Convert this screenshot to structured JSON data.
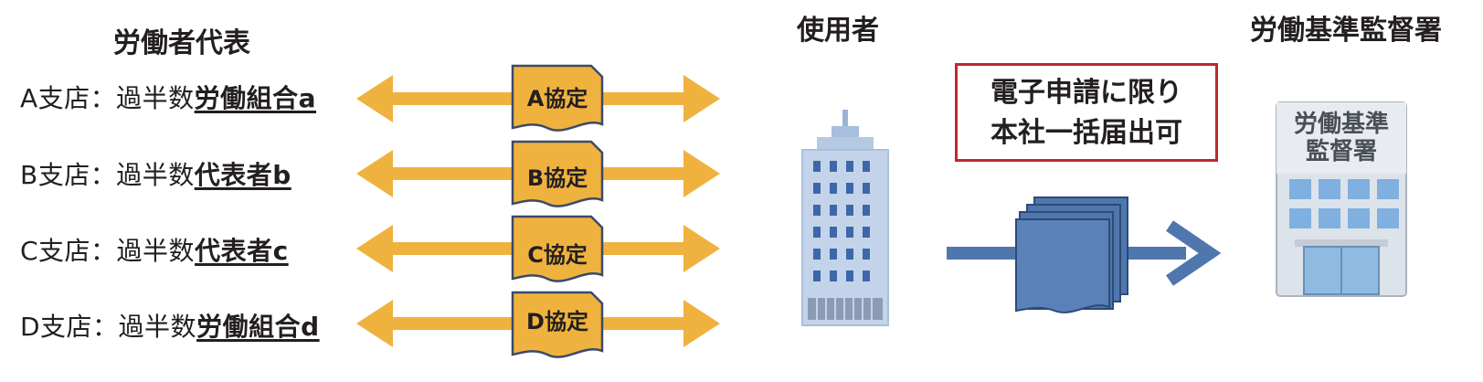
{
  "headings": {
    "left": "労働者代表",
    "center": "使用者",
    "right": "労働基準監督署"
  },
  "branches": [
    {
      "prefix": "A支店：過半数",
      "rep": "労働組合a",
      "agreement": "A協定"
    },
    {
      "prefix": "B支店：過半数",
      "rep": "代表者b",
      "agreement": "B協定"
    },
    {
      "prefix": "C支店：過半数",
      "rep": "代表者c",
      "agreement": "C協定"
    },
    {
      "prefix": "D支店：過半数",
      "rep": "労働組合d",
      "agreement": "D協定"
    }
  ],
  "notice": {
    "line1": "電子申請に限り",
    "line2": "本社一括届出可"
  },
  "office_sign": {
    "line1": "労働基準",
    "line2": "監督署"
  },
  "colors": {
    "arrow": "#f0b23f",
    "document": "#f0b23f",
    "stack": "#4f77ae",
    "notice_border": "#c0282d",
    "building": "#6f96c8"
  }
}
